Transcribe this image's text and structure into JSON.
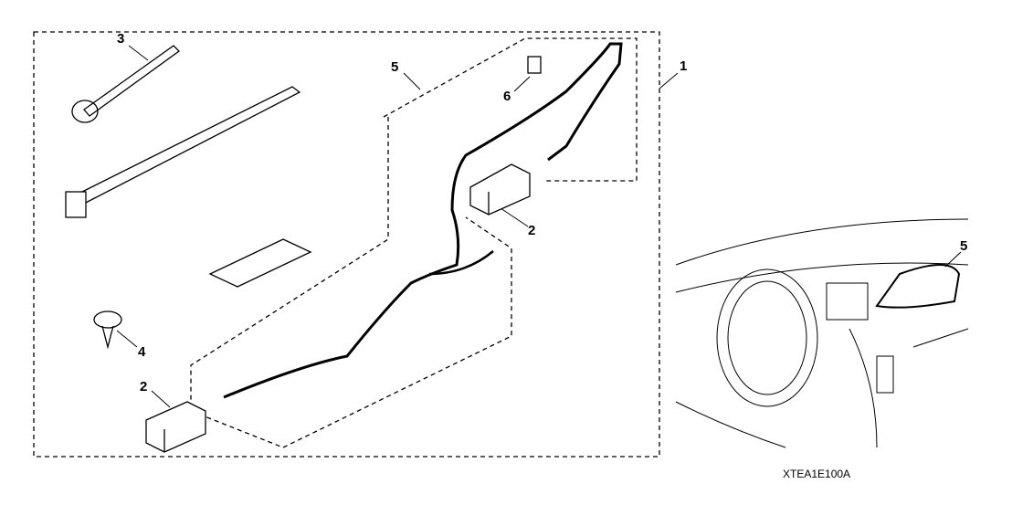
{
  "diagram": {
    "callouts": [
      {
        "label": "1"
      },
      {
        "label": "2"
      },
      {
        "label": "2"
      },
      {
        "label": "3"
      },
      {
        "label": "4"
      },
      {
        "label": "5"
      },
      {
        "label": "6"
      },
      {
        "label": "5"
      }
    ],
    "figure_code": "XTEA1E100A"
  }
}
